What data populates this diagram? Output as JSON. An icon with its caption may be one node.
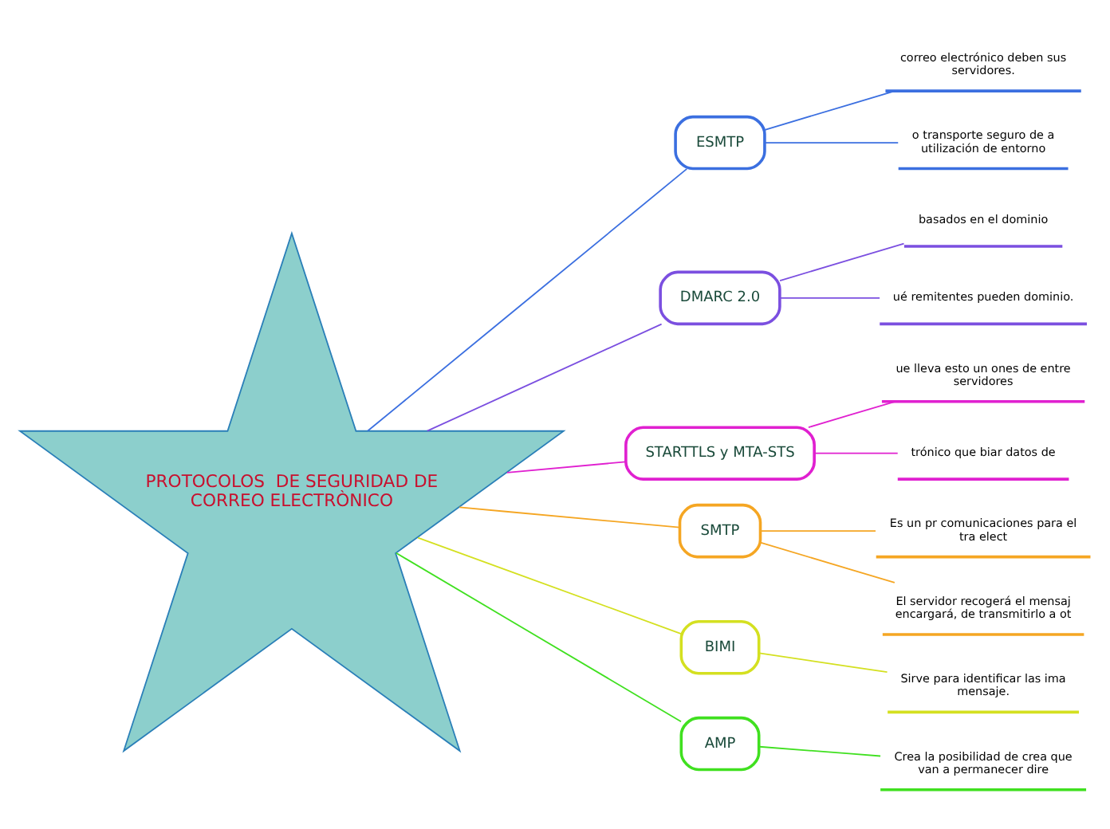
{
  "diagram": {
    "nodes": [
      {
        "text": [
          "PROTOCOLOS  DE SEGURIDAD DE CORREO ELECTRÒNICO"
        ]
      },
      {
        "text": [
          "ESMTP"
        ]
      },
      {
        "text": [
          "correo electrónico deben sus servidores."
        ]
      },
      {
        "text": [
          "o transporte seguro de a utilización de entorno"
        ]
      },
      {
        "text": [
          "DMARC 2.0"
        ]
      },
      {
        "text": [
          "basados en el dominio"
        ]
      },
      {
        "text": [
          "ué remitentes pueden dominio."
        ]
      },
      {
        "text": [
          "STARTTLS y MTA-STS"
        ]
      },
      {
        "text": [
          "ue lleva esto un ones de entre servidores"
        ]
      },
      {
        "text": [
          "trónico que biar datos de"
        ]
      },
      {
        "text": [
          "SMTP"
        ]
      },
      {
        "text": [
          "Es un pr comunicaciones para el tra elect"
        ]
      },
      {
        "text": [
          "El servidor recogerá el mensaj encargará, de transmitirlo a ot"
        ]
      },
      {
        "text": [
          "BIMI"
        ]
      },
      {
        "text": [
          "Sirve para identificar las ima mensaje."
        ]
      },
      {
        "text": [
          "AMP"
        ]
      },
      {
        "text": [
          "Crea la posibilidad de crea que van a permanecer dire"
        ]
      }
    ],
    "edges": [
      {
        "from": 0,
        "to": 1,
        "arrow": "none",
        "color": "#3b6fe0"
      },
      {
        "from": 1,
        "to": 2,
        "arrow": "none",
        "color": "#3b6fe0"
      },
      {
        "from": 1,
        "to": 3,
        "arrow": "none",
        "color": "#3b6fe0"
      },
      {
        "from": 0,
        "to": 4,
        "arrow": "none",
        "color": "#7b4fe0"
      },
      {
        "from": 4,
        "to": 5,
        "arrow": "none",
        "color": "#7b4fe0"
      },
      {
        "from": 4,
        "to": 6,
        "arrow": "none",
        "color": "#7b4fe0"
      },
      {
        "from": 0,
        "to": 7,
        "arrow": "none",
        "color": "#e020d0"
      },
      {
        "from": 7,
        "to": 8,
        "arrow": "none",
        "color": "#e020d0"
      },
      {
        "from": 7,
        "to": 9,
        "arrow": "none",
        "color": "#e020d0"
      },
      {
        "from": 0,
        "to": 10,
        "arrow": "none",
        "color": "#f5a623"
      },
      {
        "from": 10,
        "to": 11,
        "arrow": "none",
        "color": "#f5a623"
      },
      {
        "from": 10,
        "to": 12,
        "arrow": "none",
        "color": "#f5a623"
      },
      {
        "from": 0,
        "to": 13,
        "arrow": "none",
        "color": "#d4e020"
      },
      {
        "from": 13,
        "to": 14,
        "arrow": "none",
        "color": "#d4e020"
      },
      {
        "from": 0,
        "to": 15,
        "arrow": "none",
        "color": "#40e020"
      },
      {
        "from": 15,
        "to": 16,
        "arrow": "none",
        "color": "#40e020"
      }
    ]
  }
}
